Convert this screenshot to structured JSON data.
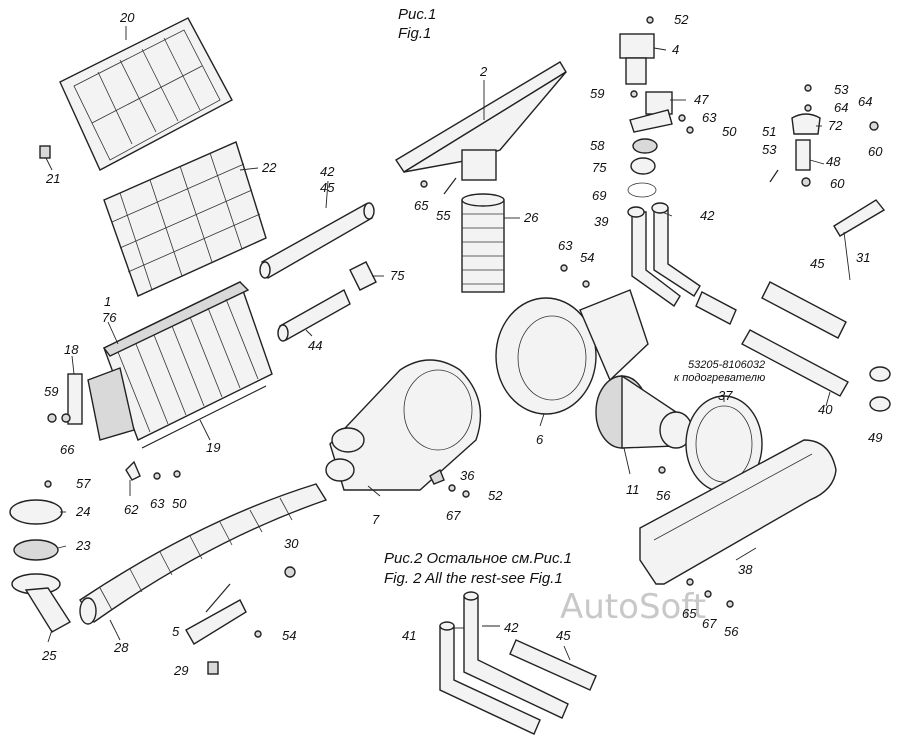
{
  "captions": {
    "fig1_ru": "Рис.1",
    "fig1_en": "Fig.1",
    "fig2_ru": "Рис.2 Остальное см.Рис.1",
    "fig2_en": "Fig. 2 All the rest-see Fig.1"
  },
  "note": {
    "part_number": "53205-8106032",
    "destination": "к подогревателю"
  },
  "watermark": "AutoSoft",
  "callouts": [
    "20",
    "21",
    "22",
    "1",
    "76",
    "18",
    "59",
    "66",
    "19",
    "62",
    "63",
    "50",
    "57",
    "24",
    "23",
    "25",
    "28",
    "30",
    "5",
    "54",
    "29",
    "42",
    "45",
    "75",
    "44",
    "2",
    "65",
    "55",
    "26",
    "52",
    "4",
    "59",
    "47",
    "63",
    "50",
    "58",
    "75",
    "69",
    "39",
    "42",
    "53",
    "64",
    "64",
    "51",
    "72",
    "60",
    "53",
    "48",
    "60",
    "31",
    "63",
    "54",
    "6",
    "7",
    "36",
    "52",
    "67",
    "11",
    "56",
    "37",
    "45",
    "40",
    "49",
    "38",
    "65",
    "67",
    "56",
    "41",
    "42",
    "45"
  ]
}
